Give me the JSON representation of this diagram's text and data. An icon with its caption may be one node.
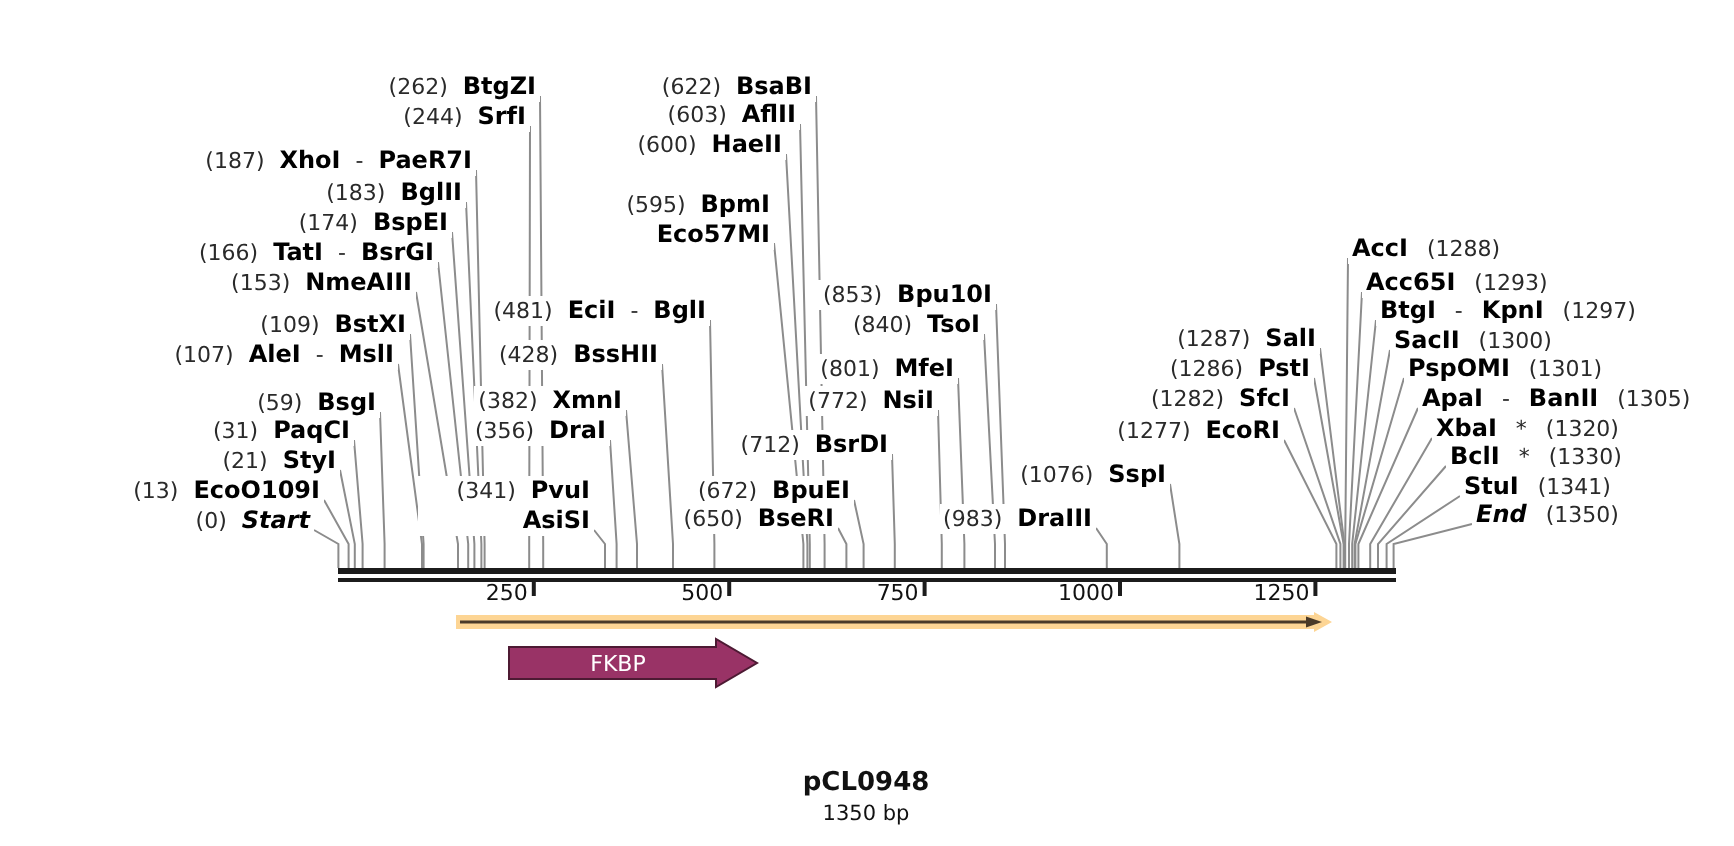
{
  "diagram": {
    "title": "pCL0948",
    "nodes": [
      {
        "text": [
          "(262) **BtgZI**"
        ]
      },
      {
        "text": [
          "(244) **SrfI**"
        ]
      },
      {
        "text": [
          "(187) **XhoI** - **PaeR7I**"
        ]
      },
      {
        "text": [
          "(183) **BglII**"
        ]
      },
      {
        "text": [
          "(174) **BspEI**"
        ]
      },
      {
        "text": [
          "(166) **TatI** - **BsrGI**"
        ]
      },
      {
        "text": [
          "(153) **NmeAIII**"
        ]
      },
      {
        "text": [
          "(109) **BstXI**"
        ]
      },
      {
        "text": [
          "(107) **AleI** - **MslI**"
        ]
      },
      {
        "text": [
          "(59) **BsgI**"
        ]
      },
      {
        "text": [
          "(31) **PaqCI**"
        ]
      },
      {
        "text": [
          "(21) **StyI**"
        ]
      },
      {
        "text": [
          "(13) **EcoO109I**"
        ]
      },
      {
        "text": [
          "(0) *Start*"
        ]
      },
      {
        "text": [
          "(481) **EciI** - **BglI**"
        ]
      },
      {
        "text": [
          "(428) **BssHII**"
        ]
      },
      {
        "text": [
          "(382) **XmnI**"
        ]
      },
      {
        "text": [
          "(356) **DraI**"
        ]
      },
      {
        "text": [
          "(341) **PvuI AsiSI**"
        ]
      },
      {
        "text": [
          "(622) **BsaBI**"
        ]
      },
      {
        "text": [
          "(603) **AflII**"
        ]
      },
      {
        "text": [
          "(600) **HaeII**"
        ]
      },
      {
        "text": [
          "(595) **BpmI Eco57MI**"
        ]
      },
      {
        "text": [
          "(712) **BsrDI**"
        ]
      },
      {
        "text": [
          "(672) **BpuEI**"
        ]
      },
      {
        "text": [
          "(650) **BseRI**"
        ]
      },
      {
        "text": [
          "(853) **Bpu10I**"
        ]
      },
      {
        "text": [
          "(840) **TsoI**"
        ]
      },
      {
        "text": [
          "(801) **MfeI**"
        ]
      },
      {
        "text": [
          "(772) **NsiI**"
        ]
      },
      {
        "text": [
          "(983) **DraIII**"
        ]
      },
      {
        "text": [
          "(1076) **SspI**"
        ]
      },
      {
        "text": [
          "(1287) **SalI**"
        ]
      },
      {
        "text": [
          "(1286) **PstI**"
        ]
      },
      {
        "text": [
          "(1282) **SfcI**"
        ]
      },
      {
        "text": [
          "(1277) **EcoRI**"
        ]
      },
      {
        "text": [
          "**AccI** (1288)"
        ]
      },
      {
        "text": [
          "**Acc65I** (1293)"
        ]
      },
      {
        "text": [
          "**BtgI** - **KpnI** (1297)"
        ]
      },
      {
        "text": [
          "**SacII** (1300)"
        ]
      },
      {
        "text": [
          "**PspOMI** (1301)"
        ]
      },
      {
        "text": [
          "**ApaI** - **BanII** (1305)"
        ]
      },
      {
        "text": [
          "**XbaI** * (1320)"
        ]
      },
      {
        "text": [
          "**BclI** * (1330)"
        ]
      },
      {
        "text": [
          "**StuI** (1341)"
        ]
      },
      {
        "text": [
          "*End* (1350)"
        ]
      },
      {
        "text": [],
        "shape": "bar"
      },
      {
        "text": [],
        "shape": "arrow"
      },
      {
        "text": [
          "FKBP"
        ]
      }
    ],
    "edges": [
      {
        "from": 0,
        "to": 46,
        "arrow": "none"
      },
      {
        "from": 1,
        "to": 46,
        "arrow": "none"
      },
      {
        "from": 2,
        "to": 46,
        "arrow": "none"
      },
      {
        "from": 3,
        "to": 46,
        "arrow": "none"
      },
      {
        "from": 4,
        "to": 46,
        "arrow": "none"
      },
      {
        "from": 5,
        "to": 46,
        "arrow": "none"
      },
      {
        "from": 6,
        "to": 46,
        "arrow": "none"
      },
      {
        "from": 7,
        "to": 46,
        "arrow": "none"
      },
      {
        "from": 8,
        "to": 46,
        "arrow": "none"
      },
      {
        "from": 9,
        "to": 46,
        "arrow": "none"
      },
      {
        "from": 10,
        "to": 46,
        "arrow": "none"
      },
      {
        "from": 11,
        "to": 46,
        "arrow": "none"
      },
      {
        "from": 12,
        "to": 46,
        "arrow": "none"
      },
      {
        "from": 13,
        "to": 46,
        "arrow": "none"
      },
      {
        "from": 14,
        "to": 46,
        "arrow": "none"
      },
      {
        "from": 15,
        "to": 46,
        "arrow": "none"
      },
      {
        "from": 16,
        "to": 46,
        "arrow": "none"
      },
      {
        "from": 17,
        "to": 46,
        "arrow": "none"
      },
      {
        "from": 18,
        "to": 46,
        "arrow": "none"
      },
      {
        "from": 19,
        "to": 46,
        "arrow": "none"
      },
      {
        "from": 20,
        "to": 46,
        "arrow": "none"
      },
      {
        "from": 21,
        "to": 46,
        "arrow": "none"
      },
      {
        "from": 22,
        "to": 46,
        "arrow": "none"
      },
      {
        "from": 23,
        "to": 46,
        "arrow": "none"
      },
      {
        "from": 24,
        "to": 46,
        "arrow": "none"
      },
      {
        "from": 25,
        "to": 46,
        "arrow": "none"
      },
      {
        "from": 26,
        "to": 46,
        "arrow": "none"
      },
      {
        "from": 27,
        "to": 46,
        "arrow": "none"
      },
      {
        "from": 28,
        "to": 46,
        "arrow": "none"
      },
      {
        "from": 29,
        "to": 46,
        "arrow": "none"
      },
      {
        "from": 30,
        "to": 46,
        "arrow": "none"
      },
      {
        "from": 31,
        "to": 46,
        "arrow": "none"
      },
      {
        "from": 32,
        "to": 46,
        "arrow": "none"
      },
      {
        "from": 33,
        "to": 46,
        "arrow": "none"
      },
      {
        "from": 34,
        "to": 46,
        "arrow": "none"
      },
      {
        "from": 35,
        "to": 46,
        "arrow": "none"
      },
      {
        "from": 36,
        "to": 46,
        "arrow": "none"
      },
      {
        "from": 37,
        "to": 46,
        "arrow": "none"
      },
      {
        "from": 38,
        "to": 46,
        "arrow": "none"
      },
      {
        "from": 39,
        "to": 46,
        "arrow": "none"
      },
      {
        "from": 40,
        "to": 46,
        "arrow": "none"
      },
      {
        "from": 41,
        "to": 46,
        "arrow": "none"
      },
      {
        "from": 42,
        "to": 46,
        "arrow": "none"
      },
      {
        "from": 43,
        "to": 46,
        "arrow": "none"
      },
      {
        "from": 44,
        "to": 46,
        "arrow": "none"
      },
      {
        "from": 45,
        "to": 46,
        "arrow": "none"
      }
    ],
    "labels": [
      "250",
      "500",
      "750",
      "1000",
      "1250",
      "1350 bp"
    ]
  }
}
